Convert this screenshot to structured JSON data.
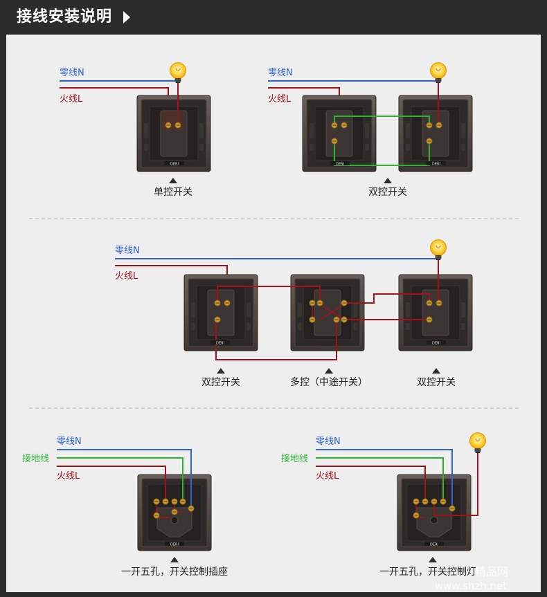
{
  "header": {
    "title": "接线安装说明"
  },
  "colors": {
    "neutral": "#2f63d6",
    "live": "#a3121b",
    "ground": "#2db52d",
    "header_bg": "#2c2c2c",
    "panel_bg": "#eeeeef"
  },
  "labels": {
    "neutral": "零线N",
    "live": "火线L",
    "ground": "接地线"
  },
  "brand": "DERI",
  "captions": {
    "single": "单控开关",
    "dual": "双控开关",
    "multi_left": "双控开关",
    "multi_mid": "多控（中途开关）",
    "multi_right": "双控开关",
    "socket": "一开五孔，开关控制插座",
    "socket_light": "一开五孔，开关控制灯"
  },
  "watermark": {
    "line1": "精品网",
    "line2": "www.shzh.net"
  },
  "icons": [
    "bulb-icon",
    "triangle-marker-icon",
    "play-arrow-icon"
  ]
}
